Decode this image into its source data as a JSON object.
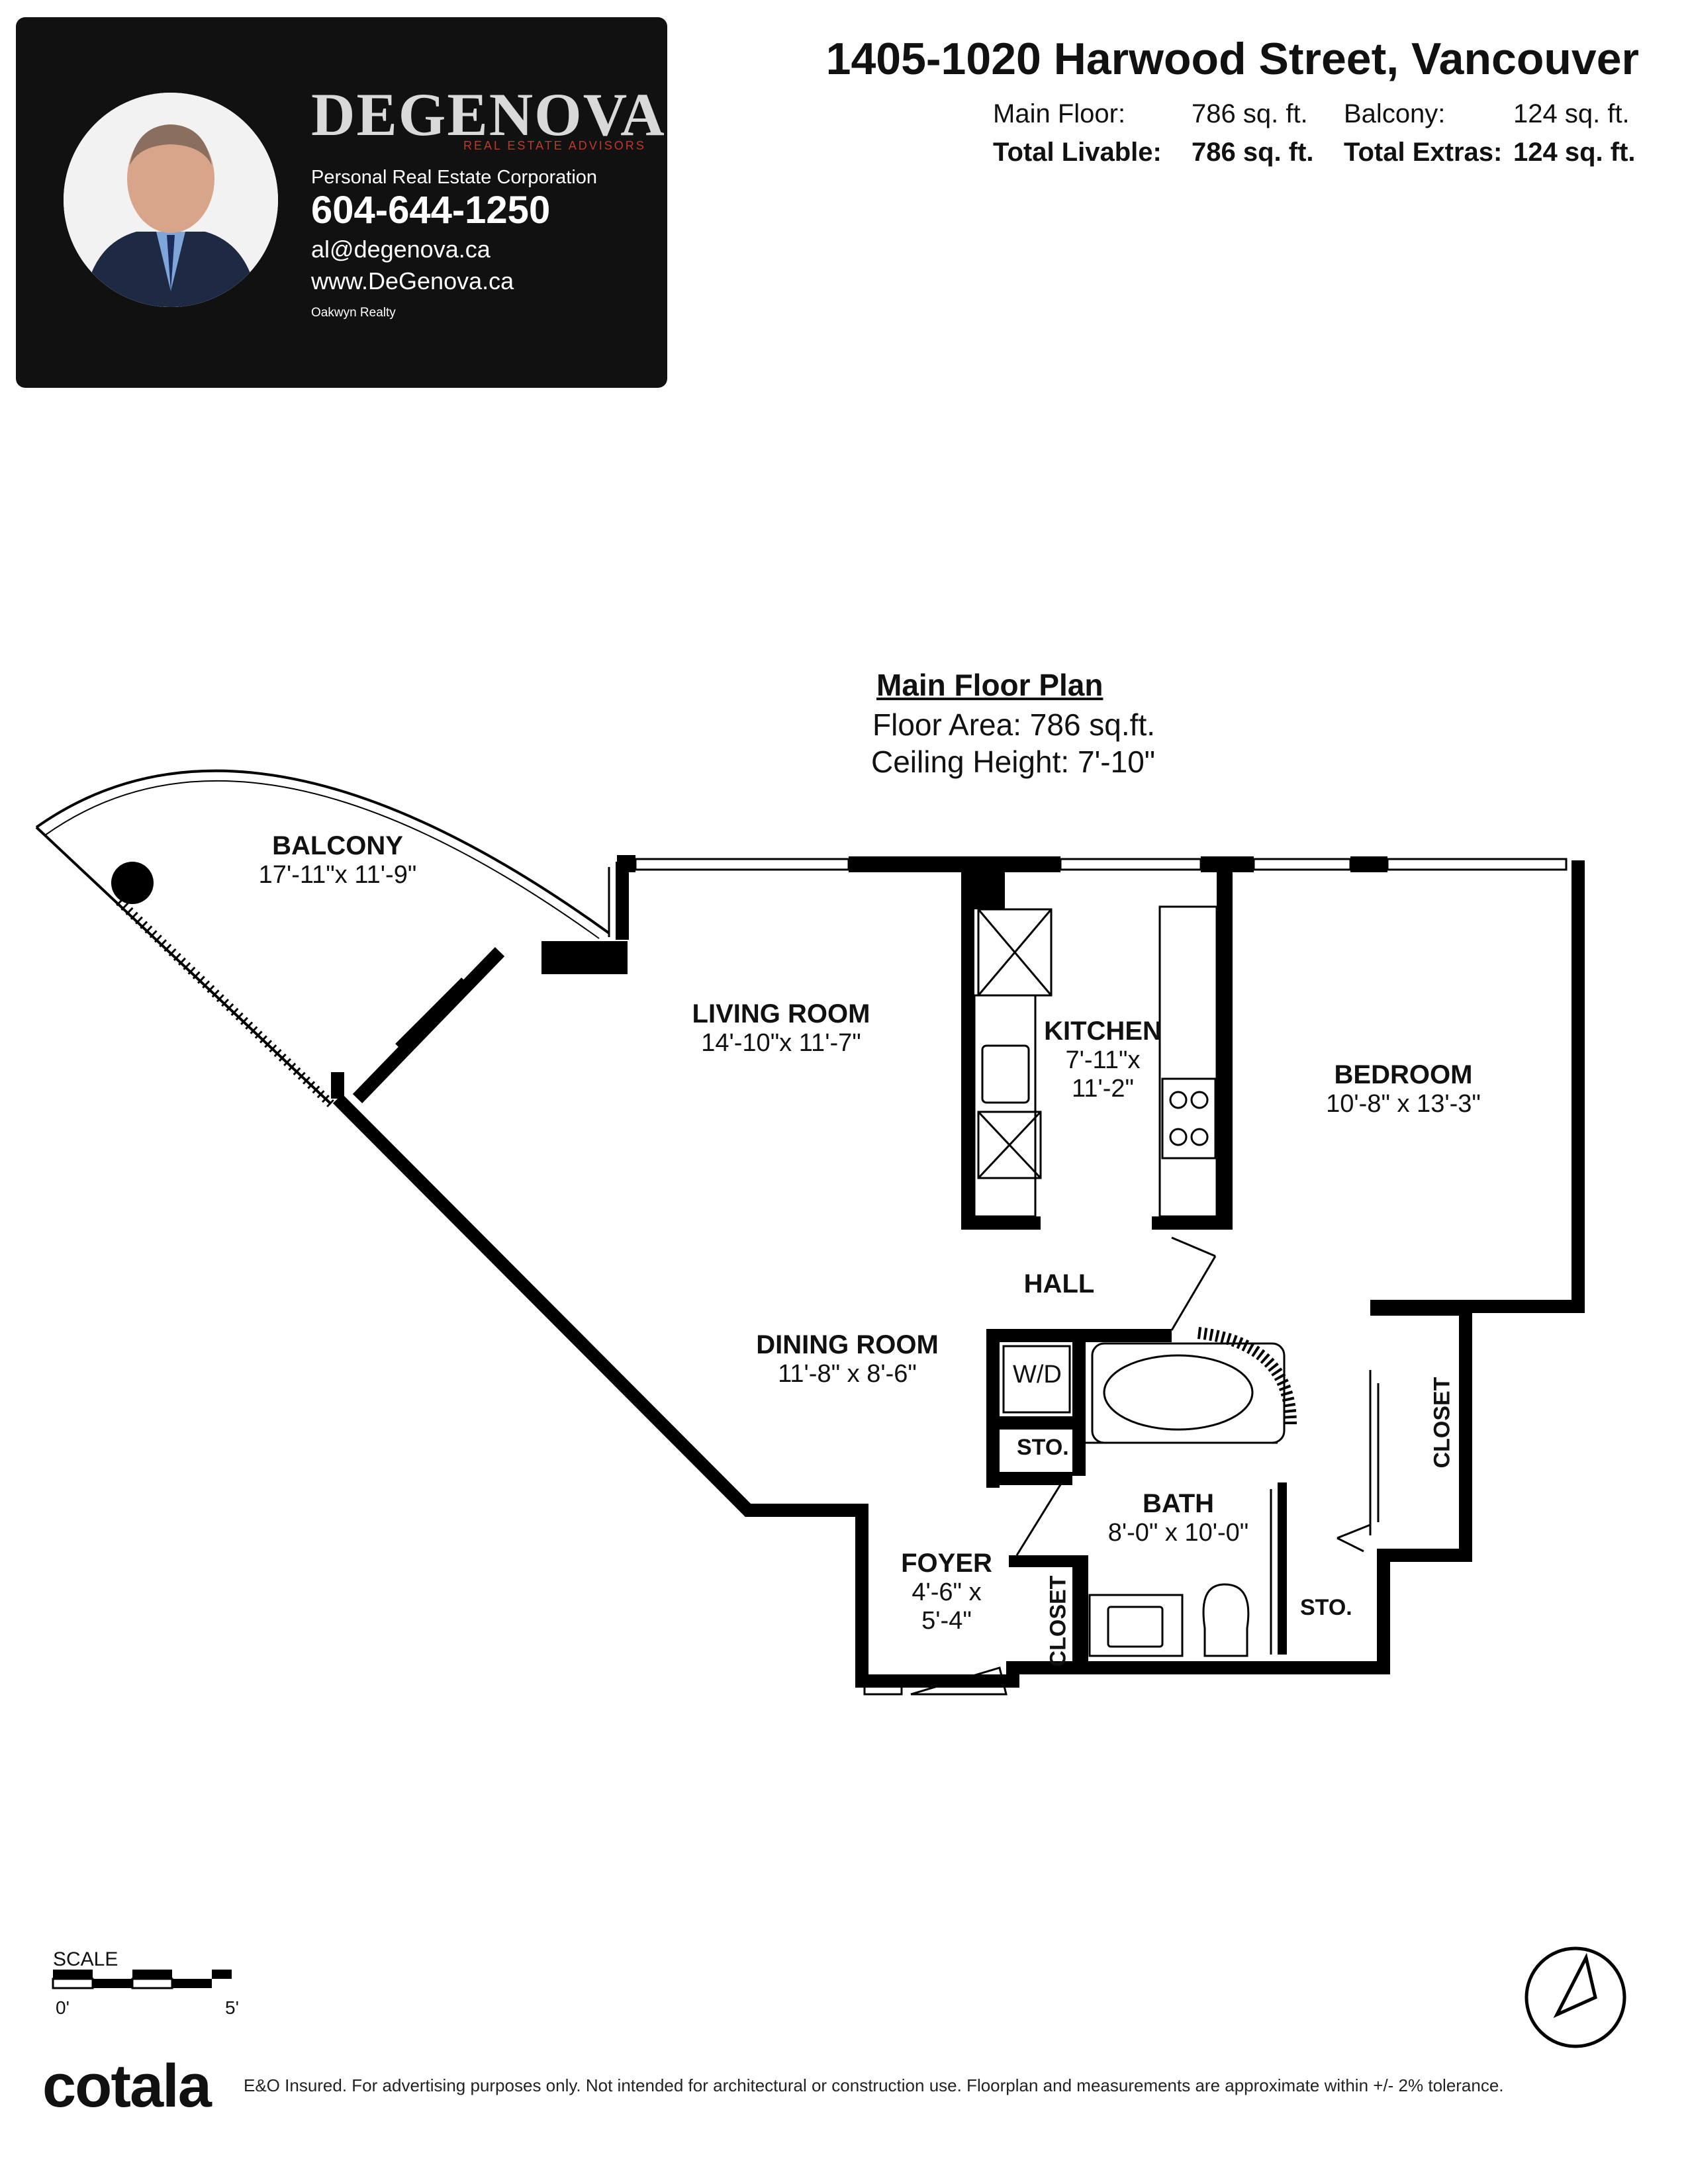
{
  "agent": {
    "brand": "DEGENOVA",
    "brand_sub": "REAL ESTATE ADVISORS",
    "title": "Personal Real Estate Corporation",
    "phone": "604-644-1250",
    "email": "al@degenova.ca",
    "website": "www.DeGenova.ca",
    "brokerage": "Oakwyn Realty"
  },
  "header": {
    "address": "1405-1020 Harwood Street, Vancouver",
    "main_floor_label": "Main Floor:",
    "main_floor_value": "786 sq. ft.",
    "balcony_label": "Balcony:",
    "balcony_value": "124 sq. ft.",
    "total_livable_label": "Total Livable:",
    "total_livable_value": "786 sq. ft.",
    "total_extras_label": "Total Extras:",
    "total_extras_value": "124 sq. ft."
  },
  "plan": {
    "title": "Main Floor Plan",
    "floor_area": "Floor Area: 786 sq.ft.",
    "ceiling_height": "Ceiling Height: 7'-10\""
  },
  "rooms": {
    "balcony": {
      "name": "BALCONY",
      "dims": "17'-11\"x 11'-9\""
    },
    "living": {
      "name": "LIVING ROOM",
      "dims": "14'-10\"x 11'-7\""
    },
    "kitchen": {
      "name": "KITCHEN",
      "dims1": "7'-11\"x",
      "dims2": "11'-2\""
    },
    "bedroom": {
      "name": "BEDROOM",
      "dims": "10'-8\" x 13'-3\""
    },
    "hall": {
      "name": "HALL"
    },
    "dining": {
      "name": "DINING ROOM",
      "dims": "11'-8\" x  8'-6\""
    },
    "bath": {
      "name": "BATH",
      "dims": "8'-0\" x 10'-0\""
    },
    "foyer": {
      "name": "FOYER",
      "dims1": "4'-6\" x",
      "dims2": "5'-4\""
    },
    "wd": "W/D",
    "sto1": "STO.",
    "sto2": "STO.",
    "closet1": "CLOSET",
    "closet2": "CLOSET"
  },
  "footer": {
    "scale_label": "SCALE",
    "scale_start": "0'",
    "scale_end": "5'",
    "logo": "cotala",
    "disclaimer": "E&O Insured. For advertising purposes only. Not intended for architectural or construction use. Floorplan and measurements are approximate within +/- 2% tolerance."
  },
  "colors": {
    "card_bg": "#111111",
    "wall": "#000000",
    "accent": "#c0392b"
  }
}
